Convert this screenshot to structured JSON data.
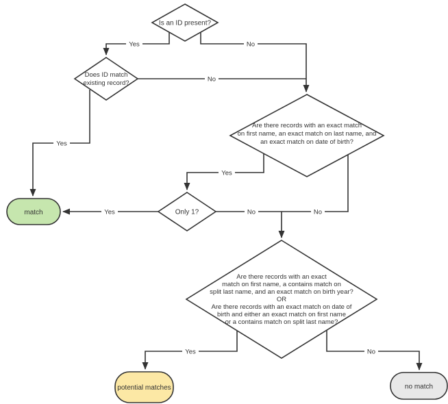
{
  "diagram": {
    "colors": {
      "line": "#333333",
      "text": "#333333",
      "decision_fill": "#ffffff",
      "match_fill": "#c6e6ae",
      "potential_matches_fill": "#fce8a5",
      "no_match_fill": "#e8e8e8"
    },
    "labels": {
      "yes": "Yes",
      "no": "No"
    },
    "decisions": {
      "is_id_present": {
        "label": "Is an ID present?"
      },
      "id_match_existing": {
        "lines": [
          "Does ID match",
          "existing record?"
        ]
      },
      "exact_match": {
        "lines": [
          "Are there records with an exact match",
          "on first name, an exact match on last name, and",
          "an exact match on date of birth?"
        ]
      },
      "only_one": {
        "label": "Only 1?"
      },
      "fuzzy_match": {
        "lines": [
          "Are there records with an exact",
          "match on first name, a contains match on",
          "split last name, and an exact match on birth year?",
          "OR",
          "Are there records with an exact match on date of",
          "birth and either an exact match on first name",
          "or a contains match on split last name?"
        ]
      }
    },
    "terminals": {
      "match": {
        "label": "match"
      },
      "potential_matches": {
        "label": "potential matches"
      },
      "no_match": {
        "label": "no match"
      }
    }
  }
}
